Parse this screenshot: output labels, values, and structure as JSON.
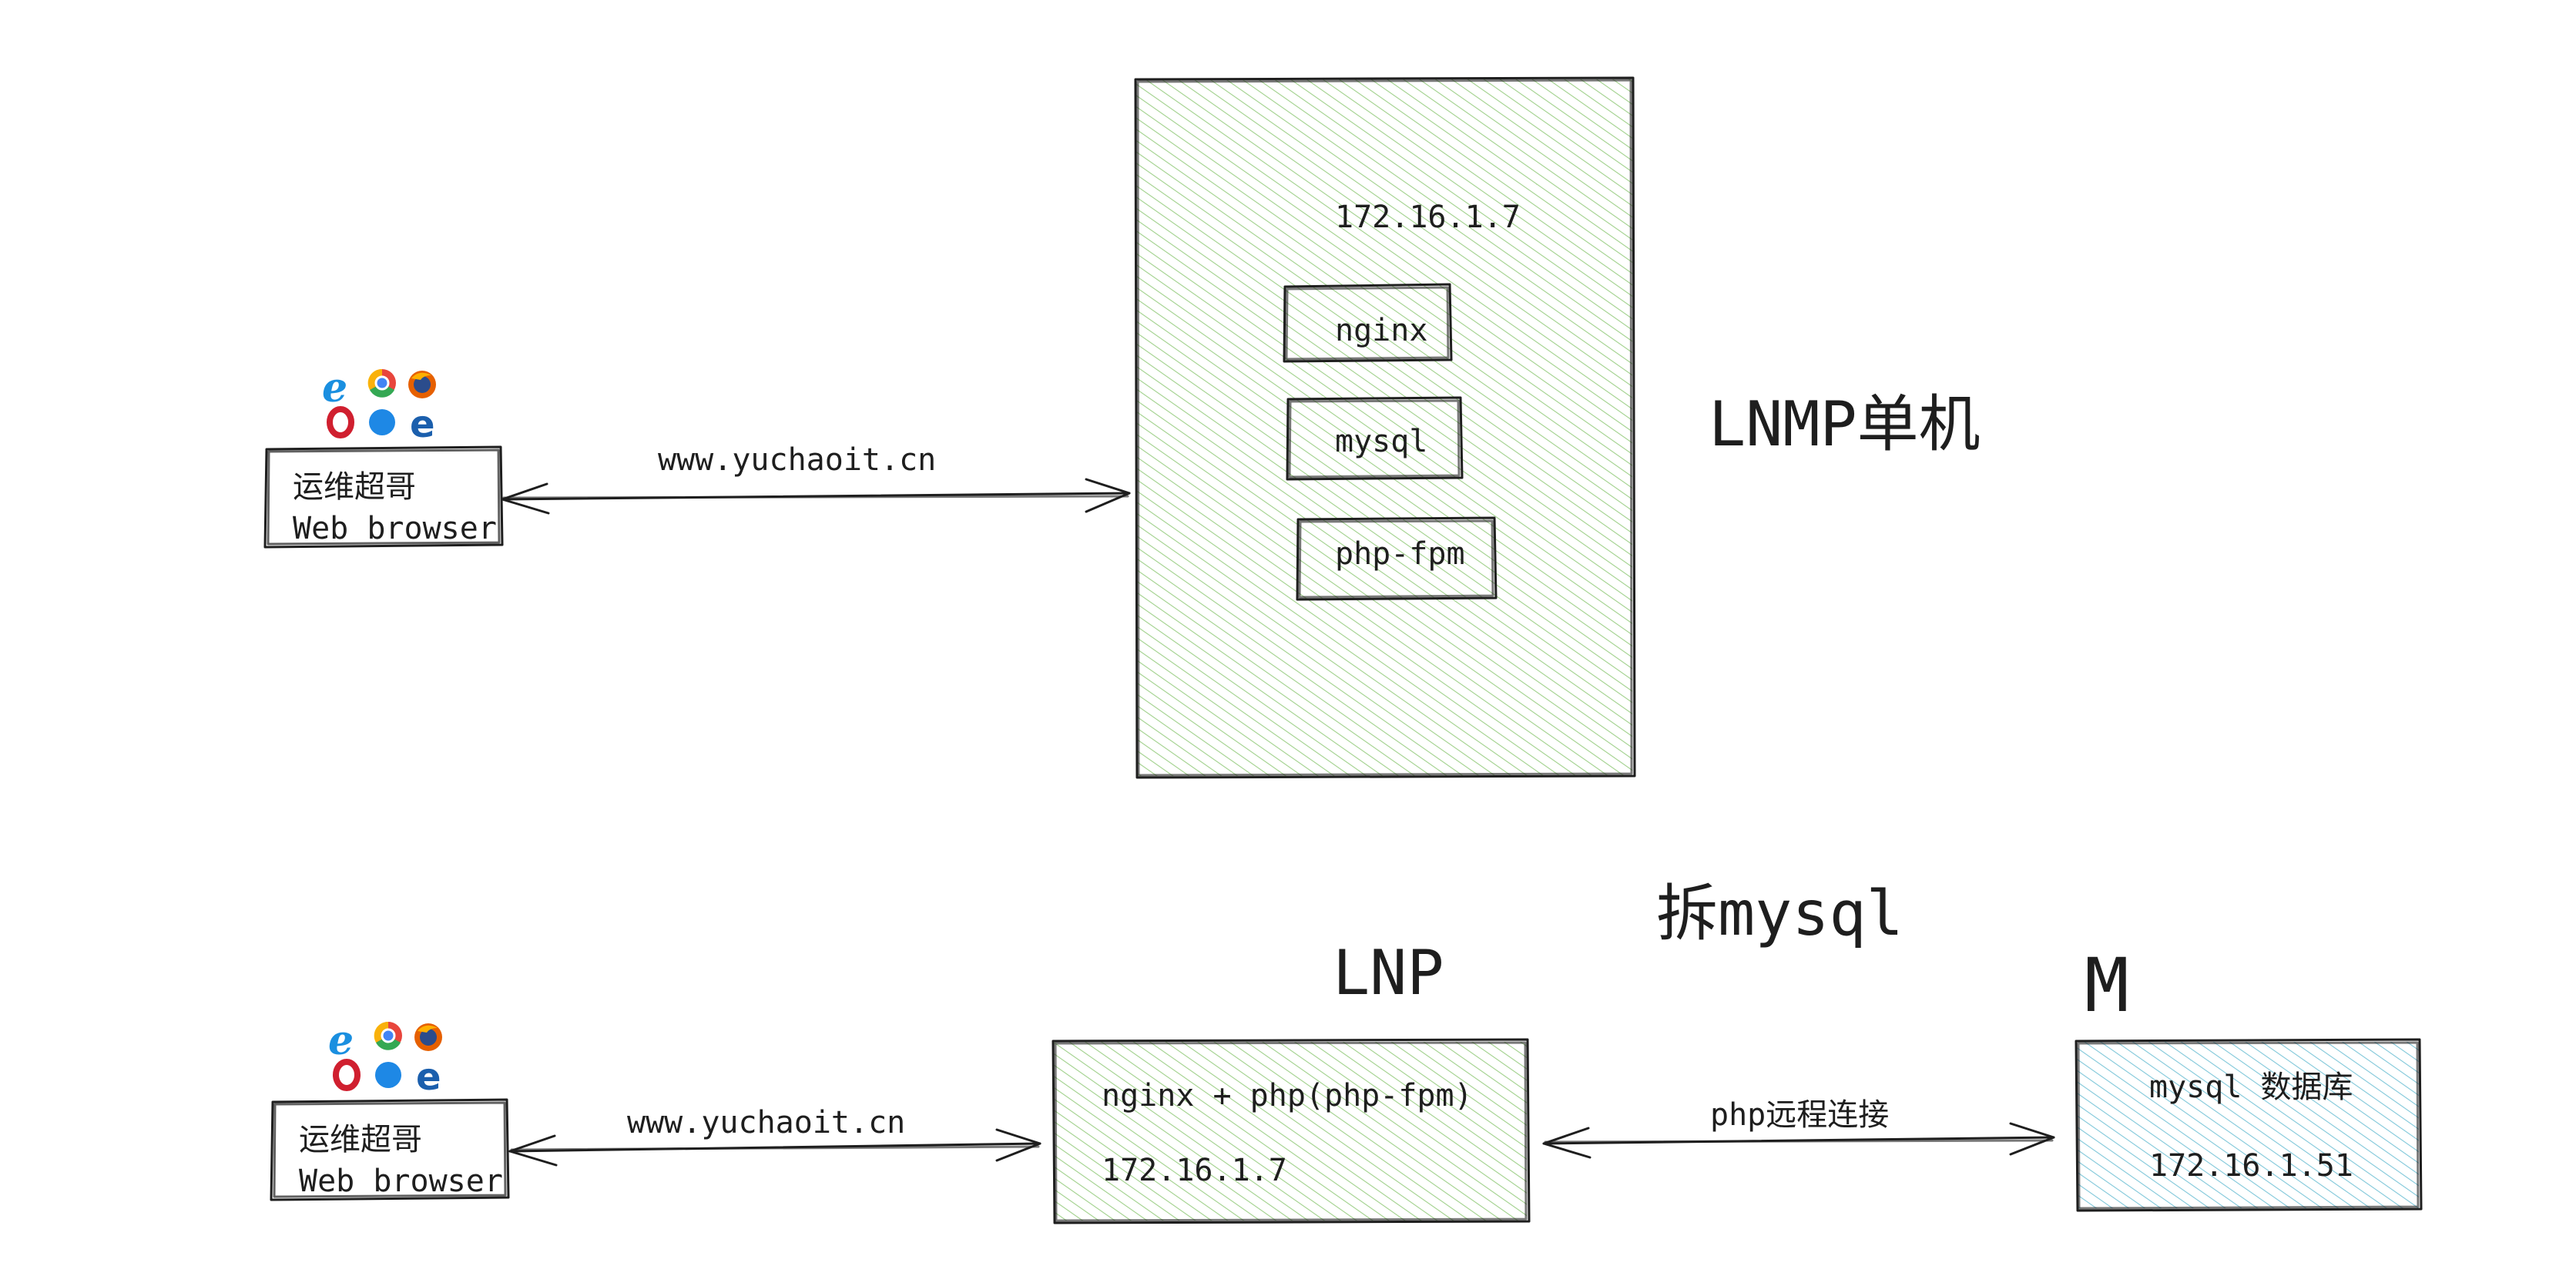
{
  "top": {
    "browser": {
      "label_line1": "运维超哥",
      "label_line2": "Web browser",
      "icons": [
        "ie-icon",
        "chrome-icon",
        "firefox-icon",
        "opera-icon",
        "safari-icon",
        "edge-icon"
      ]
    },
    "link_label": "www.yuchaoit.cn",
    "server": {
      "ip": "172.16.1.7",
      "components": [
        "nginx",
        "mysql",
        "php-fpm"
      ],
      "fill_color": "#b2f2bb"
    },
    "title": "LNMP单机"
  },
  "middle_title": "拆mysql",
  "bottom": {
    "browser": {
      "label_line1": "运维超哥",
      "label_line2": "Web browser",
      "icons": [
        "ie-icon",
        "chrome-icon",
        "firefox-icon",
        "opera-icon",
        "safari-icon",
        "edge-icon"
      ]
    },
    "link_label": "www.yuchaoit.cn",
    "lnp": {
      "title": "LNP",
      "line1": "nginx + php(php-fpm)",
      "line2": "172.16.1.7",
      "fill_color": "#b2f2bb"
    },
    "remote_label": "php远程连接",
    "db": {
      "title": "M",
      "line1": "mysql 数据库",
      "line2": "172.16.1.51",
      "fill_color": "#a5d8ff"
    }
  }
}
